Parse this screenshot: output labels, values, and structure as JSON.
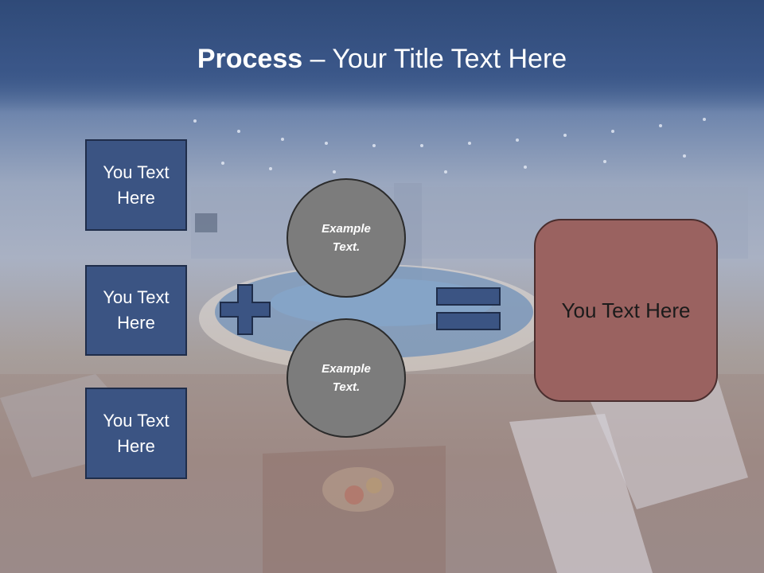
{
  "title": {
    "bold": "Process",
    "rest": " – Your Title Text Here"
  },
  "left_boxes": [
    {
      "text": "You Text Here"
    },
    {
      "text": "You Text Here"
    },
    {
      "text": "You Text Here"
    }
  ],
  "circles": [
    {
      "text": "Example Text."
    },
    {
      "text": "Example Text."
    }
  ],
  "result": {
    "text": "You Text Here"
  },
  "colors": {
    "header": "#3d5b8c",
    "blue_box": "#3b5483",
    "circle": "#7c7c7c",
    "result": "#9a6260"
  },
  "icons": {
    "plus": "plus-icon",
    "equals": "equals-icon"
  }
}
